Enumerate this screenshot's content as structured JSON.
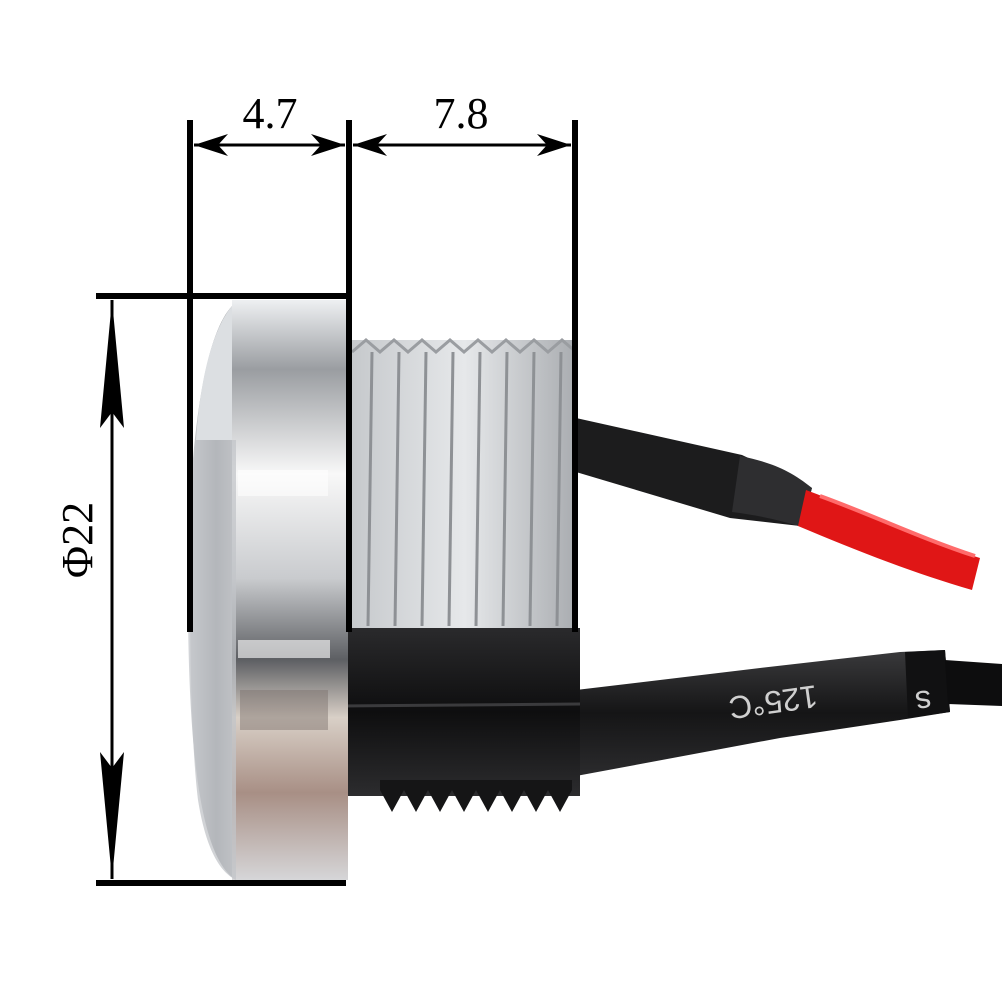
{
  "dimensions": {
    "bezel_thickness": "4.7",
    "thread_length": "7.8",
    "diameter": "Φ22"
  },
  "cable_print": "125°C",
  "sleeve_mark": "s",
  "colors": {
    "background": "#ffffff",
    "dimension_lines": "#000000",
    "metal_highlight": "#f4f4f4",
    "metal_mid": "#b9bcc0",
    "metal_dark": "#3e3f43",
    "heatshrink": "#1b1b1b",
    "red_wire": "#e01616"
  },
  "icons": {
    "arrow": "filled-triangle-arrowhead"
  }
}
